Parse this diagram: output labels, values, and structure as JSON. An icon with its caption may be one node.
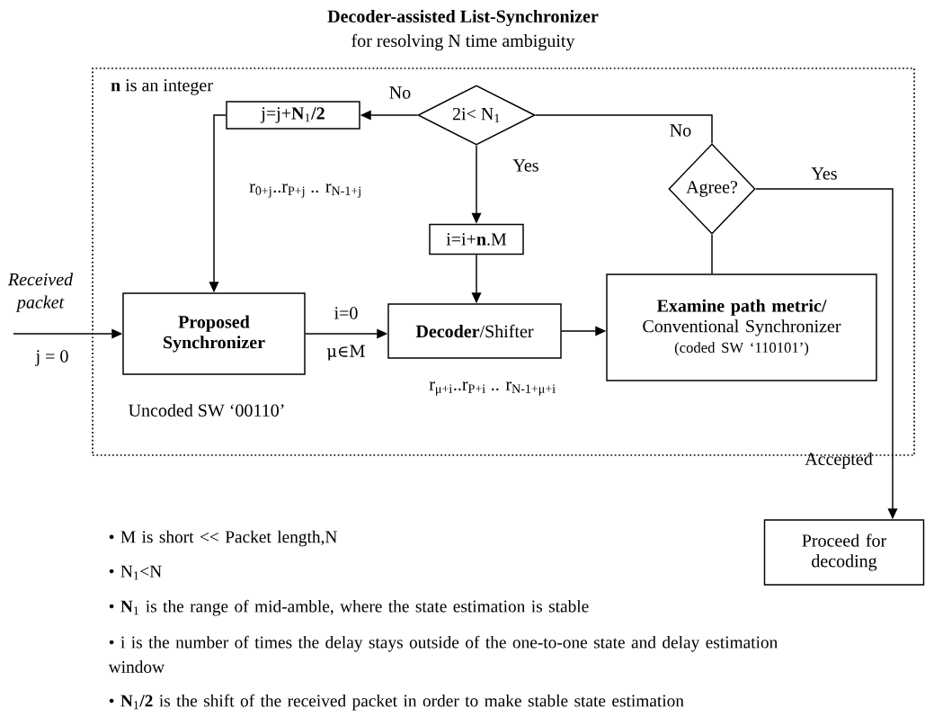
{
  "diagram": {
    "title": "Decoder-assisted List-Synchronizer",
    "nodes": [
      {
        "text": [
          "**n** is an integer"
        ]
      },
      {
        "text": [
          "2i< N$_{1}$"
        ],
        "in": 0
      },
      {
        "text": [
          "j=j+**N**$_{1}$**/2**"
        ],
        "in": 0
      },
      {
        "text": [
          "i=i+**n**.M"
        ],
        "in": 0
      },
      {
        "text": [
          "Proposed Synchronizer"
        ],
        "in": 0,
        "beside": [
          "Uncoded SW ‘00110’"
        ]
      },
      {
        "text": [
          "**Decoder**/Shifter"
        ],
        "in": 0,
        "beside": [
          "r$_{μ+i}$..r$_{P+i}$ .. r$_{N-1+μ+i}$"
        ]
      },
      {
        "text": [
          "**Examine path metric/** Conventional Synchronizer",
          "(coded SW ‘110101’)"
        ],
        "in": 0
      },
      {
        "text": [
          "Agree?"
        ],
        "in": 0
      },
      {
        "text": [
          "Proceed for decoding"
        ]
      }
    ],
    "edges": [
      {
        "from": 1,
        "to": 2,
        "arrow": "to",
        "label": "No"
      },
      {
        "from": 1,
        "to": 3,
        "arrow": "to",
        "label": "Yes"
      },
      {
        "from": 1,
        "to": 7,
        "arrow": "none",
        "label": "No"
      },
      {
        "from": 2,
        "to": 4,
        "arrow": "to",
        "label": "r$_{0+j}$..r$_{P+j}$ .. r$_{N-1+j}$"
      },
      {
        "from": 3,
        "to": 5,
        "arrow": "to"
      },
      {
        "from": 4,
        "to": 5,
        "arrow": "to",
        "label": "i=0"
      },
      {
        "from": 5,
        "to": 6,
        "arrow": "to"
      },
      {
        "from": 6,
        "to": 7,
        "arrow": "none"
      },
      {
        "from": 7,
        "to": 8,
        "arrow": "to",
        "label": "Yes"
      },
      {
        "from": null,
        "to": 4,
        "arrow": "to",
        "label": "j = 0"
      }
    ],
    "labels": [
      "for resolving N time ambiguity",
      "Received packet",
      "μ∈M",
      "Accepted",
      "• M is short << Packet length,N",
      "• N$_{1}$<N",
      "• **N**$_{1}$ is the range of mid-amble, where the state estimation is stable",
      "• i is the number of times the delay stays outside of the one-to-one state and delay estimation window",
      "• **N**$_{1}$**/2** is the shift of the received packet in order to make stable state estimation"
    ]
  }
}
